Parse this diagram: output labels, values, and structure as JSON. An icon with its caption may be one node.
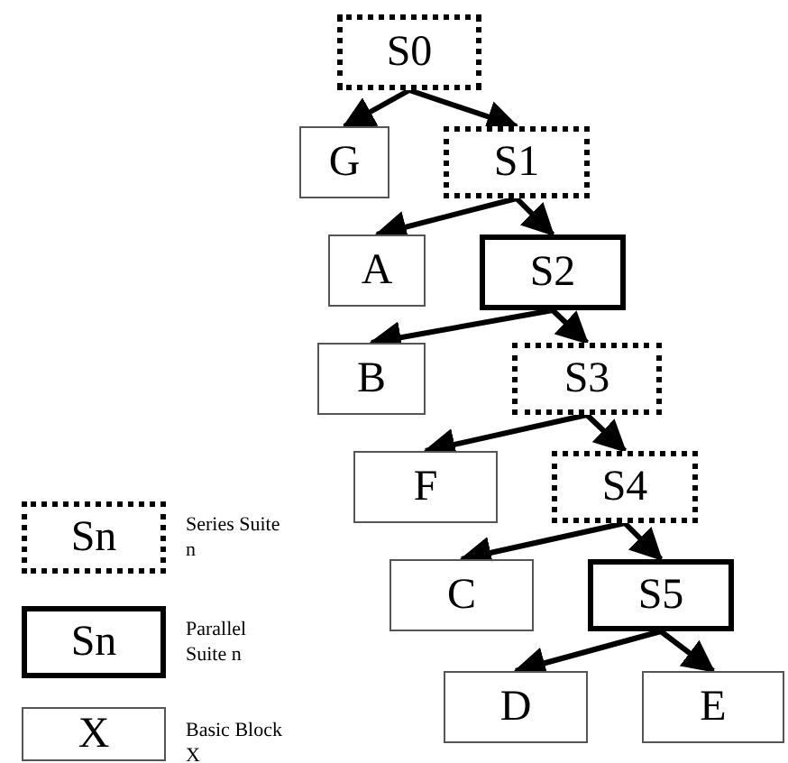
{
  "diagram": {
    "nodes": [
      {
        "text": [
          "S0"
        ]
      },
      {
        "text": [
          "G"
        ]
      },
      {
        "text": [
          "S1"
        ]
      },
      {
        "text": [
          "A"
        ]
      },
      {
        "text": [
          "S2"
        ]
      },
      {
        "text": [
          "B"
        ]
      },
      {
        "text": [
          "S3"
        ]
      },
      {
        "text": [
          "F"
        ]
      },
      {
        "text": [
          "S4"
        ]
      },
      {
        "text": [
          "C"
        ]
      },
      {
        "text": [
          "S5"
        ]
      },
      {
        "text": [
          "D"
        ]
      },
      {
        "text": [
          "E"
        ]
      }
    ],
    "edges": [
      {
        "from": 0,
        "to": 1,
        "arrow": "to"
      },
      {
        "from": 0,
        "to": 2,
        "arrow": "to"
      },
      {
        "from": 2,
        "to": 3,
        "arrow": "to"
      },
      {
        "from": 2,
        "to": 4,
        "arrow": "to"
      },
      {
        "from": 4,
        "to": 5,
        "arrow": "to"
      },
      {
        "from": 4,
        "to": 6,
        "arrow": "to"
      },
      {
        "from": 6,
        "to": 7,
        "arrow": "to"
      },
      {
        "from": 6,
        "to": 8,
        "arrow": "to"
      },
      {
        "from": 8,
        "to": 9,
        "arrow": "to"
      },
      {
        "from": 8,
        "to": 10,
        "arrow": "to"
      },
      {
        "from": 10,
        "to": 11,
        "arrow": "to"
      },
      {
        "from": 10,
        "to": 12,
        "arrow": "to"
      }
    ],
    "labels": [
      "Sn",
      "Sn",
      "X"
    ],
    "legend": [
      {
        "text": "Series Suite n"
      },
      {
        "text": "Parallel Suite n"
      },
      {
        "text": "Basic Block X"
      }
    ]
  }
}
